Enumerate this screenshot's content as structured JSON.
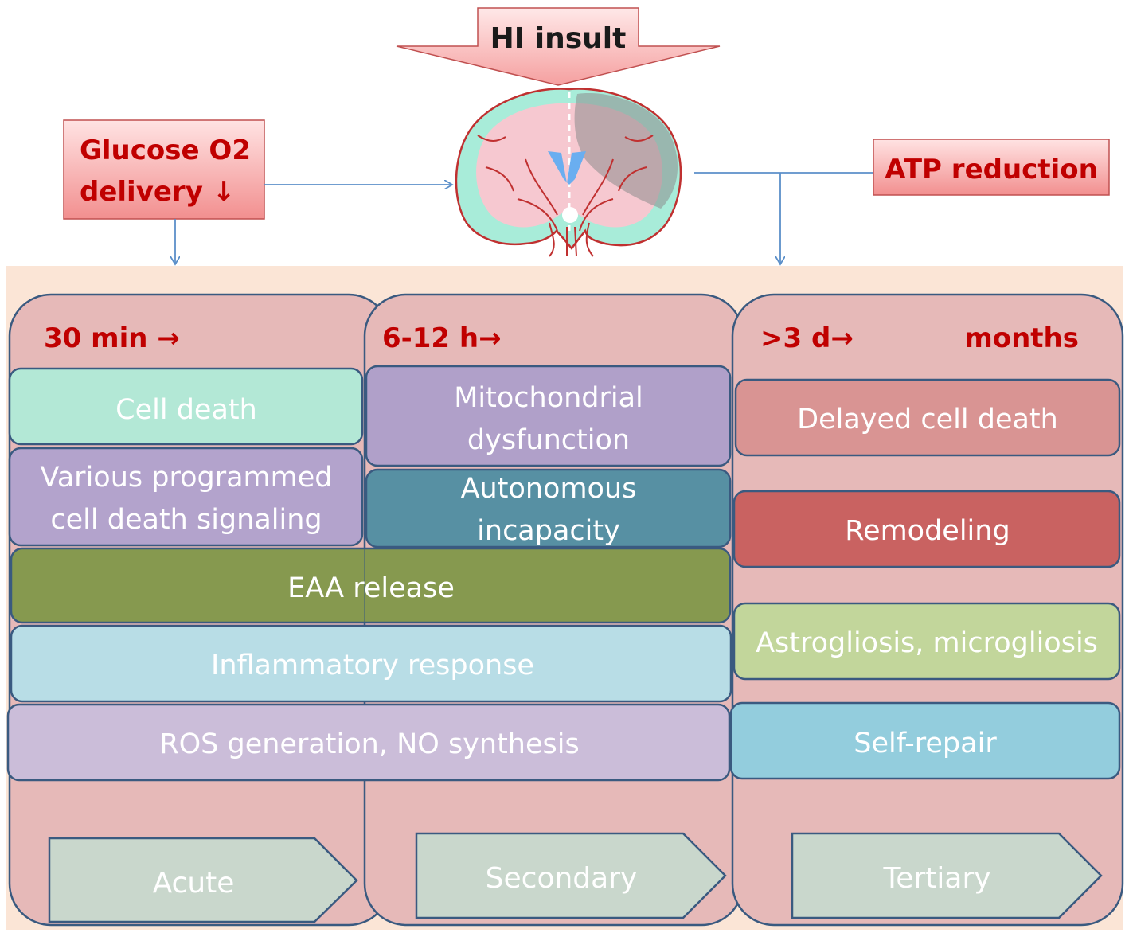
{
  "insult": {
    "label": "HI insult"
  },
  "inputs": {
    "glucose_line1": "Glucose O2",
    "glucose_line2": "delivery ↓",
    "atp": "ATP reduction"
  },
  "columns": {
    "acute": {
      "time": "30 min →",
      "phase": "Acute"
    },
    "secondary": {
      "time": "6-12 h→",
      "phase": "Secondary"
    },
    "tertiary": {
      "time": ">3 d→",
      "time_end": "months",
      "phase": "Tertiary"
    }
  },
  "boxes": {
    "cell_death": "Cell death",
    "programmed_line1": "Various programmed",
    "programmed_line2": "cell death signaling",
    "mito_line1": "Mitochondrial",
    "mito_line2": "dysfunction",
    "auto_line1": "Autonomous",
    "auto_line2": "incapacity",
    "eaa": "EAA release",
    "inflammatory": "Inflammatory response",
    "ros": "ROS generation, NO synthesis",
    "delayed": "Delayed cell death",
    "remodeling": "Remodeling",
    "gliosis": "Astrogliosis, microgliosis",
    "self_repair": "Self-repair"
  },
  "colors": {
    "panel_bg": "#fbe5d6",
    "column_fill": "#e6b9b8",
    "column_stroke": "#3a5a80",
    "time_text": "#c00000",
    "input_box_fill": "#f4a6a6",
    "arrow_line": "#5b8fc9",
    "cell_death": "#b3e8d6",
    "programmed": "#b3a3cc",
    "mito": "#b0a0c9",
    "autonomous": "#5790a3",
    "eaa": "#86994f",
    "inflammatory": "#b8dde6",
    "ros": "#cbbdd9",
    "delayed": "#d99493",
    "remodeling": "#c96261",
    "gliosis": "#c2d69b",
    "self_repair": "#93cddd",
    "phase_arrow": "#c9d7cc"
  }
}
